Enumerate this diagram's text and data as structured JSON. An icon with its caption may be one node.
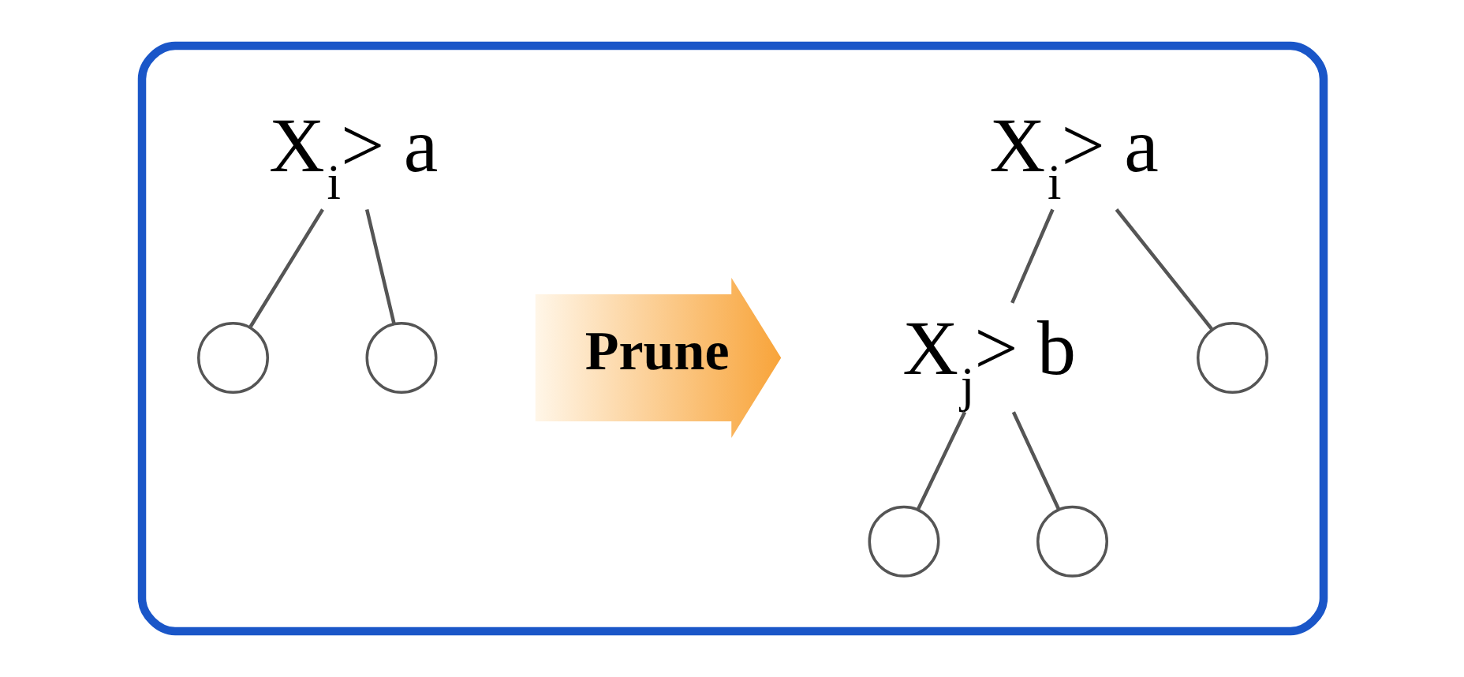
{
  "diagram": {
    "nodes": [
      {
        "text": [],
        "shape": "box"
      },
      {
        "text": [
          "X$_{i}$> a"
        ],
        "in": 0
      },
      {
        "text": [
          "X$_{j}$> b"
        ],
        "in": 0
      },
      {
        "text": [],
        "shape": "circle",
        "in": 0
      },
      {
        "text": [],
        "shape": "circle",
        "in": 0
      },
      {
        "text": [],
        "shape": "circle",
        "in": 0
      },
      {
        "text": [
          "Prune"
        ],
        "in": 0
      },
      {
        "text": [
          "X$_{i}$> a"
        ],
        "in": 0
      },
      {
        "text": [],
        "shape": "circle",
        "in": 0
      },
      {
        "text": [],
        "shape": "circle",
        "in": 0
      }
    ],
    "edges": [
      {
        "from": 1,
        "to": 2,
        "arrow": "none"
      },
      {
        "from": 1,
        "to": 3,
        "arrow": "none"
      },
      {
        "from": 2,
        "to": 4,
        "arrow": "none"
      },
      {
        "from": 2,
        "to": 5,
        "arrow": "none"
      },
      {
        "from": 7,
        "to": 8,
        "arrow": "none"
      },
      {
        "from": 7,
        "to": 9,
        "arrow": "none"
      }
    ]
  }
}
